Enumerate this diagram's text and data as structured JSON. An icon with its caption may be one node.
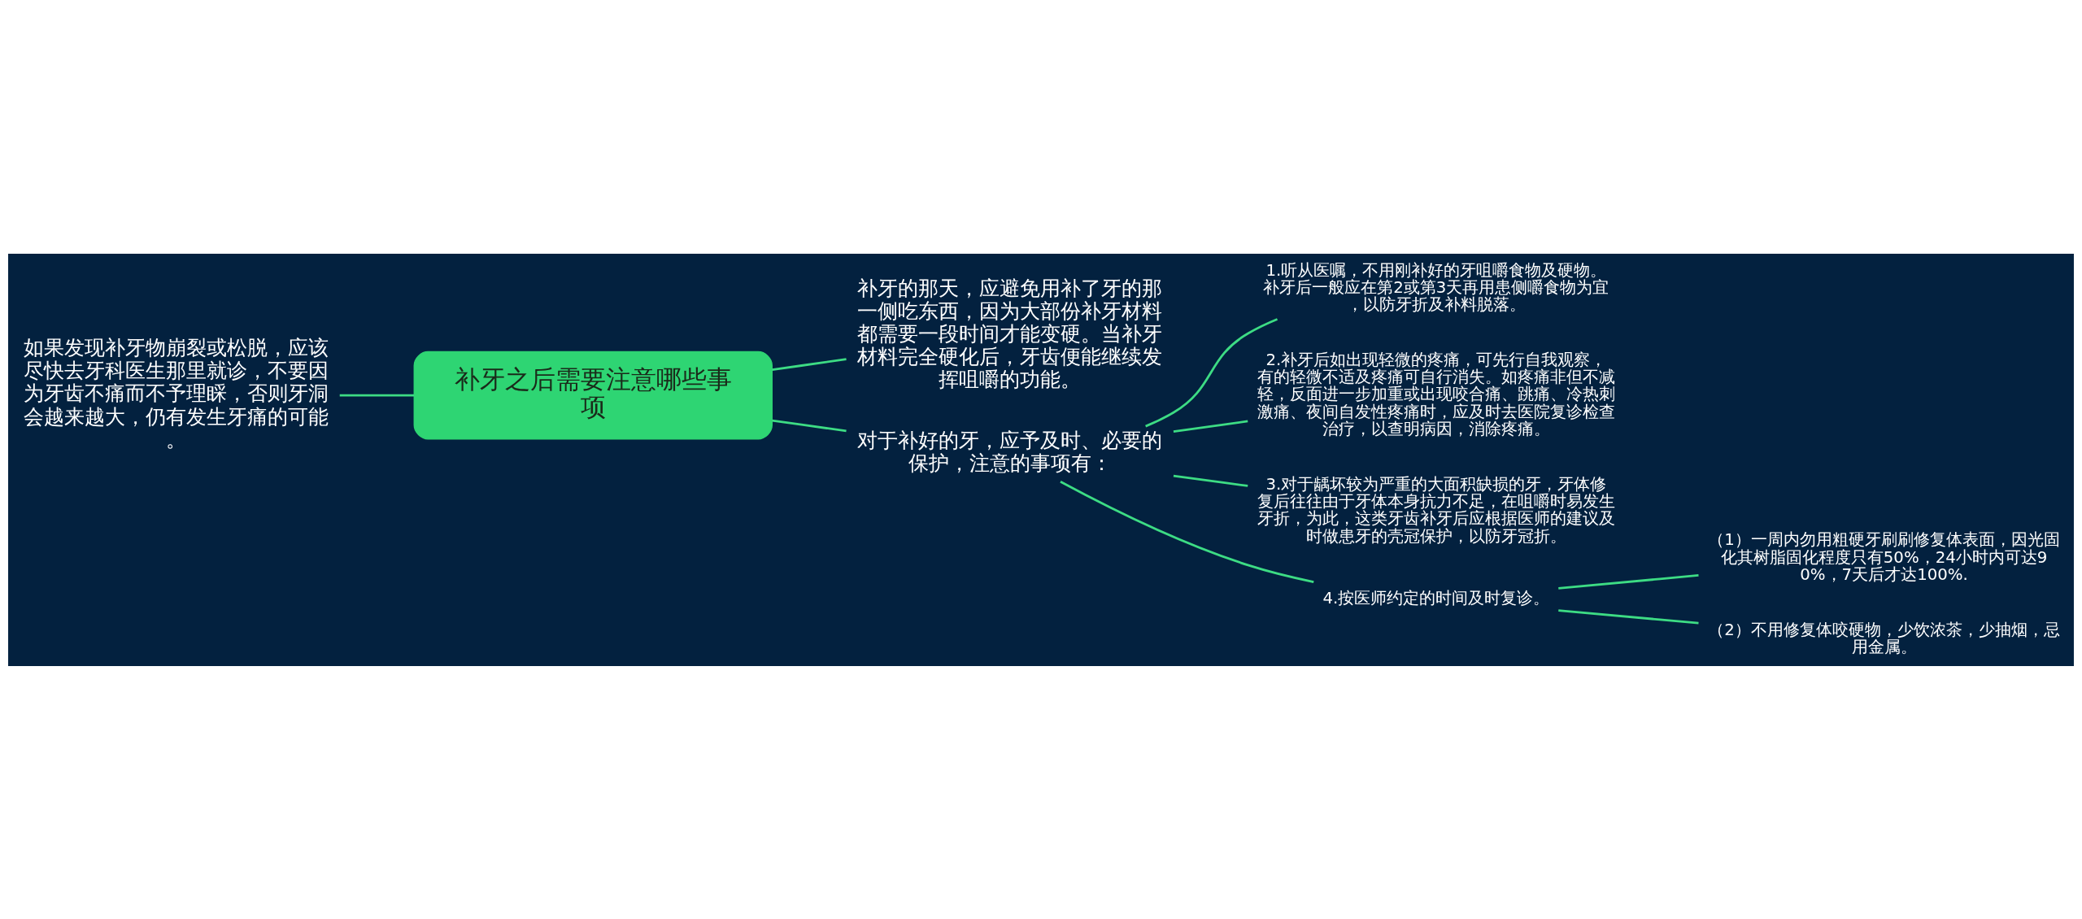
{
  "diagram": {
    "nodes": [
      {
        "text": [
          "补牙之后需要注意哪些事项"
        ]
      },
      {
        "text": [
          "补牙的那天，应避免用补了牙的那一侧吃东西，因为大部份补牙材料都需要一段时间才能变硬。当补牙材料完全硬化后，牙齿便能继续发挥咀嚼的功能。"
        ]
      },
      {
        "text": [
          "如果发现补牙物崩裂或松脱，应该尽快去牙科医生那里就诊，不要因为牙齿不痛而不予理睬，否则牙洞会越来越大，仍有发生牙痛的可能。"
        ]
      },
      {
        "text": [
          "对于补好的牙，应予及时、必要的保护，注意的事项有："
        ]
      },
      {
        "text": [
          "1.听从医嘱，不用刚补好的牙咀嚼食物及硬物。补牙后一般应在第2或第3天再用患侧嚼食物为宜，以防牙折及补料脱落。"
        ]
      },
      {
        "text": [
          "2.补牙后如出现轻微的疼痛，可先行自我观察，有的轻微不适及疼痛可自行消失。如疼痛非但不减轻，反面进一步加重或出现咬合痛、跳痛、冷热刺激痛、夜间自发性疼痛时，应及时去医院复诊检查治疗，以查明病因，消除疼痛。"
        ]
      },
      {
        "text": [
          "3.对于龋坏较为严重的大面积缺损的牙，牙体修复后往往由于牙体本身抗力不足，在咀嚼时易发生牙折，为此，这类牙齿补牙后应根据医师的建议及时做患牙的壳冠保护，以防牙冠折。"
        ]
      },
      {
        "text": [
          "4.按医师约定的时间及时复诊。"
        ]
      },
      {
        "text": [
          "（1）一周内勿用粗硬牙刷刷修复体表面，因光固化其树脂固化程度只有50%，24小时内可达90%，7天后才达100%."
        ]
      },
      {
        "text": [
          "（2）不用修复体咬硬物，少饮浓茶，少抽烟，忌用金属。"
        ]
      }
    ],
    "edges": [
      {
        "from": 0,
        "to": 1,
        "arrow": "none"
      },
      {
        "from": 2,
        "to": 0,
        "arrow": "none"
      },
      {
        "from": 0,
        "to": 3,
        "arrow": "none"
      },
      {
        "from": 3,
        "to": 4,
        "arrow": "none"
      },
      {
        "from": 3,
        "to": 5,
        "arrow": "none"
      },
      {
        "from": 3,
        "to": 6,
        "arrow": "none"
      },
      {
        "from": 3,
        "to": 7,
        "arrow": "none"
      },
      {
        "from": 7,
        "to": 8,
        "arrow": "none"
      },
      {
        "from": 7,
        "to": 9,
        "arrow": "none"
      }
    ]
  }
}
